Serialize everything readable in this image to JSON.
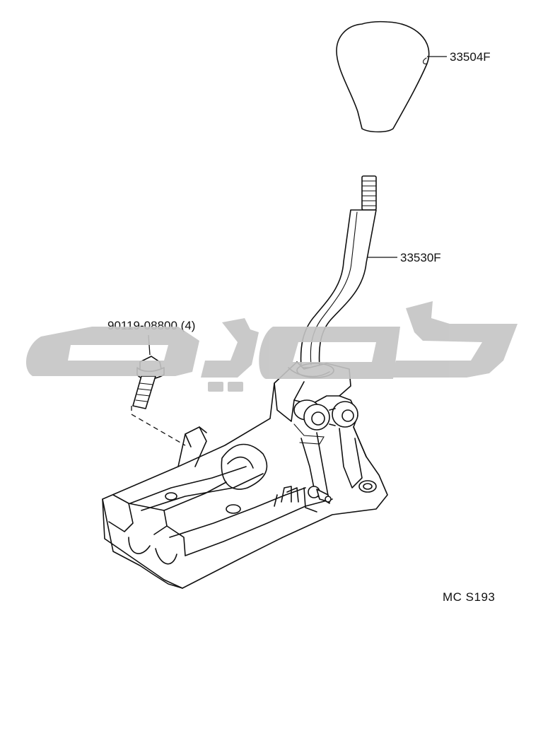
{
  "parts": [
    {
      "id": "shift-knob",
      "label": "33504F"
    },
    {
      "id": "shift-lever",
      "label": "33530F"
    },
    {
      "id": "bolt",
      "label": "90119-08800 (4)"
    }
  ],
  "reference_code": "MC  S193",
  "watermark": {
    "color": "#c4c4c4"
  }
}
